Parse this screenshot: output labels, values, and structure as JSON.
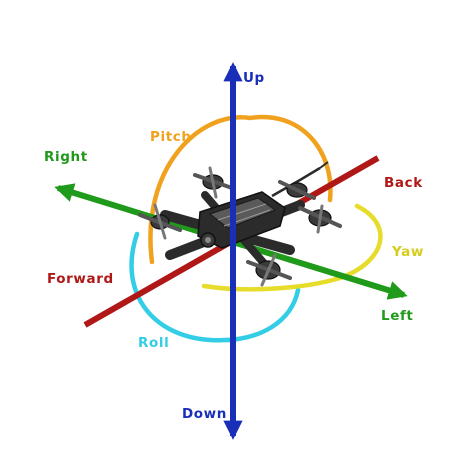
{
  "labels": {
    "up": "Up",
    "down": "Down",
    "pitch": "Pitch",
    "right": "Right",
    "back": "Back",
    "yaw": "Yaw",
    "forward": "Forward",
    "left": "Left",
    "roll": "Roll"
  },
  "colors": {
    "vertical_axis": "#1a2fb8",
    "lateral_axis": "#1f9a1a",
    "longitudinal_axis": "#b01818",
    "pitch": "#f0a21e",
    "yaw": "#e6dc2a",
    "roll": "#33cde6",
    "up_label": "#1a2fb8",
    "down_label": "#1a2fb8",
    "right_label": "#1f9a1a",
    "left_label": "#1f9a1a",
    "forward_label": "#b01818",
    "back_label": "#b01818",
    "pitch_label": "#f0a21e",
    "yaw_label": "#d6cc1a",
    "roll_label": "#33cde6",
    "drone_body": "#2b2b2b",
    "drone_highlight": "#8a8a8a"
  },
  "icons": {
    "drone": "quadcopter-drone-icon"
  }
}
